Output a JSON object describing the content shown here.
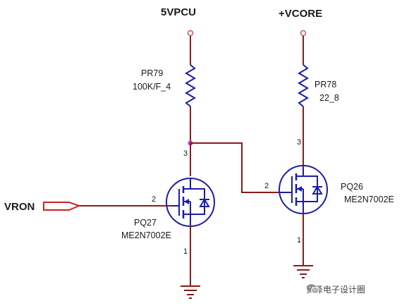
{
  "rails": {
    "left": "5VPCU",
    "right": "+VCORE"
  },
  "input": {
    "label": "VRON"
  },
  "resistors": {
    "left": {
      "ref": "PR79",
      "value": "100K/F_4"
    },
    "right": {
      "ref": "PR78",
      "value": "22_8"
    }
  },
  "transistors": {
    "left": {
      "ref": "PQ27",
      "part": "ME2N7002E",
      "pins": {
        "drain": "3",
        "gate": "2",
        "source": "1"
      }
    },
    "right": {
      "ref": "PQ26",
      "part": "ME2N7002E",
      "pins": {
        "drain": "3",
        "gate": "2",
        "source": "1"
      }
    }
  },
  "watermark": {
    "text": "贤泽电子设计圈",
    "icon": "wechat-icon"
  },
  "colors": {
    "wire": "#8b1a1a",
    "component": "#1c1ca8",
    "junction": "#cc33cc",
    "pin_marker": "#cc5555"
  }
}
